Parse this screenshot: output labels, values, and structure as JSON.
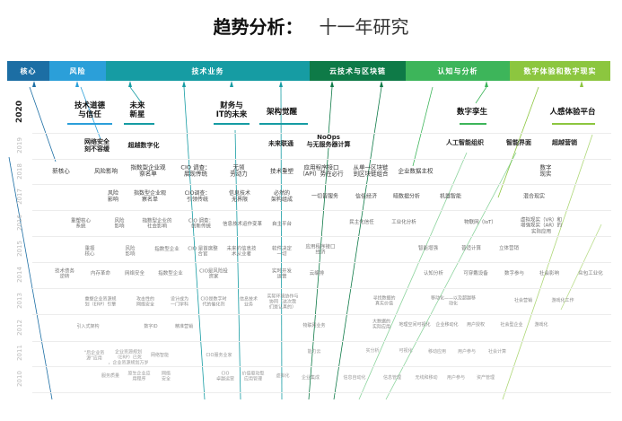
{
  "title": {
    "main": "趋势分析：",
    "sub": "十一年研究"
  },
  "categories": [
    {
      "label": "核心",
      "color": "#1c6ea4"
    },
    {
      "label": "风险",
      "color": "#2b9fd9"
    },
    {
      "label": "技术业务",
      "color": "#169ca3"
    },
    {
      "label": "云技术与区块链",
      "color": "#0e7a47"
    },
    {
      "label": "认知与分析",
      "color": "#3db55a"
    },
    {
      "label": "数字体验和数字现实",
      "color": "#8cc63f"
    }
  ],
  "years": [
    "2020",
    "2019",
    "2018",
    "2017",
    "2016",
    "2015",
    "2014",
    "2013",
    "2012",
    "2011",
    "2010"
  ],
  "rows": [
    {
      "items": [
        "技术道德\n与信任",
        "未来\n新星",
        "财务与\nIT的未来",
        "架构觉醒",
        "数字孪生",
        "人感体验平台"
      ]
    },
    {
      "items": [
        "网络安全\n刻不容缓",
        "超越数字化",
        "未来联通",
        "NoOps\n与无服务器计算",
        "人工智能组织",
        "智能界面",
        "超越营销"
      ]
    },
    {
      "items": [
        "新核心",
        "风险影响",
        "指数型企业观\n察名单",
        "CIO 调查：\n展现传统",
        "无领\n劳动力",
        "技术重塑",
        "应用程序接口\n（API）势在必行",
        "从单一区块链\n到区块链组合",
        "企业数据主权",
        "数字\n现实"
      ]
    },
    {
      "items": [
        "风险\n影响",
        "指数型企业观\n察名单",
        "CIO调查：\n引领传统",
        "信息技术\n无界限",
        "必然的\n架构组成",
        "一切皆服务",
        "信任经济",
        "暗数据分析",
        "机器智能",
        "混合现实"
      ]
    },
    {
      "items": [
        "重塑核心\n系统",
        "风险\n影响",
        "指数型企业的\n社会影响",
        "CIO 调查：\n创新传统",
        "信息技术运作变革",
        "自主平台",
        "民主化信任",
        "工业化分析",
        "物联网（IoT）",
        "虚拟现实（VR）和\n增强现实（AR）的\n实际应用"
      ]
    },
    {
      "items": [
        "重振\n核心",
        "风险\n影响",
        "指数型企业",
        "CIO 是首席整\n合官",
        "未来的信息技\n术从业者",
        "软件决定\n一切",
        "应用程序接口\n经济",
        "智能增强",
        "普适计算",
        "立体营销"
      ]
    },
    {
      "items": [
        "技术债务\n逆转",
        "内存革命",
        "网络安全",
        "指数型企业",
        "CIO是风险投\n资家",
        "实时开发\n运营",
        "云编排",
        "认知分析",
        "可穿戴设备",
        "数字参与",
        "社会影响",
        "众包工业化"
      ]
    },
    {
      "items": [
        "重塑企业资源规\n划（ERP）引擎",
        "攻击性的\n网络安全",
        "设计成为\n一门学科",
        "CIO是数字时\n代的催化剂",
        "信息技术\n业务",
        "实际环境协作与\n协同（这次我\n们是认真的）",
        "寻找数据的\n真实价值",
        "移动化——以及超越移\n动化",
        "社会营销",
        "游戏化工作"
      ]
    },
    {
      "items": [
        "引入式架构",
        "数字ID",
        "精准营销",
        "物联网业务",
        "大数据的\n实际应用",
        "地理空间可视化",
        "企业移动化",
        "用户授权",
        "社会型企业",
        "游戏化"
      ]
    },
    {
      "items": [
        "“后企业资\n源”应用",
        "企业资源规划\n（ERP）已死\n，企业资源规划万岁",
        "网络智能",
        "CIO服务业家",
        "能力云",
        "实分析",
        "可视化",
        "移动应用",
        "用户参与",
        "社会计算"
      ]
    },
    {
      "items": [
        "服务质量",
        "原生企业应\n用程序",
        "网络\n安全",
        "CIO\n卓越运营",
        "价值驱动型\n应用管理",
        "虚拟化",
        "企业集成",
        "信息自动化",
        "信息管理",
        "无线和移动",
        "用户参与",
        "资产管理"
      ]
    }
  ]
}
